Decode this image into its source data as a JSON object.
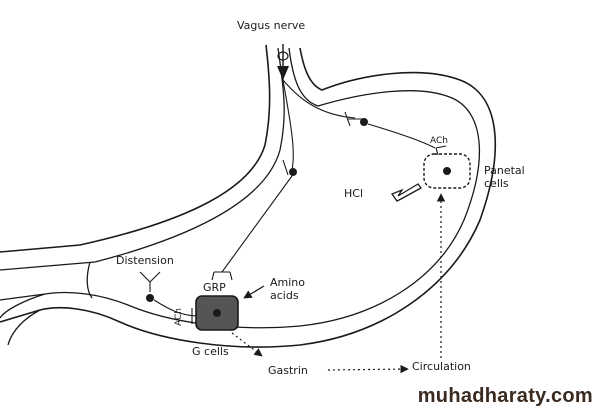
{
  "labels": {
    "vagus_nerve": "Vagus nerve",
    "ach_top": "ACh",
    "parietal_cells": "Panetal\ncells",
    "hcl": "HCl",
    "distension": "Distension",
    "grp": "GRP",
    "amino_acids": "Amino\nacids",
    "ach_bottom": "ACh",
    "g_cells": "G cells",
    "gastrin": "Gastrin",
    "circulation": "Circulation"
  },
  "watermark": "muhadharaty.com",
  "colors": {
    "ink": "#1a1a1a",
    "g_cell_fill": "#555555",
    "watermark": "#3b2a1f"
  }
}
